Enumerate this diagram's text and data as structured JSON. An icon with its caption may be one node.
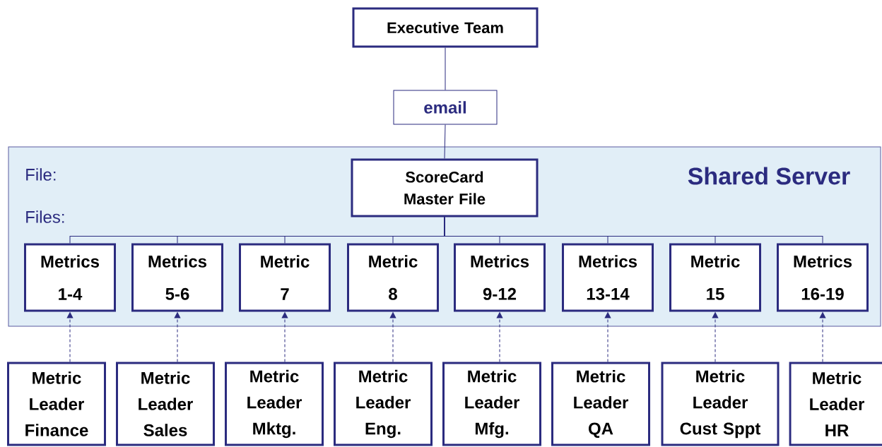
{
  "diagram": {
    "nodes": [
      {
        "text": [
          "Executive Team"
        ]
      },
      {
        "text": [
          "email"
        ]
      },
      {
        "text": [
          "Shared Server"
        ]
      },
      {
        "text": [
          "ScoreCard Master File"
        ],
        "in": 2
      },
      {
        "text": [
          "Metrics 1-4"
        ],
        "in": 2
      },
      {
        "text": [
          "Metrics 5-6"
        ],
        "in": 2
      },
      {
        "text": [
          "Metric 7"
        ],
        "in": 2
      },
      {
        "text": [
          "Metric 8"
        ],
        "in": 2
      },
      {
        "text": [
          "Metrics 9-12"
        ],
        "in": 2
      },
      {
        "text": [
          "Metrics 13-14"
        ],
        "in": 2
      },
      {
        "text": [
          "Metric 15"
        ],
        "in": 2
      },
      {
        "text": [
          "Metrics 16-19"
        ],
        "in": 2
      },
      {
        "text": [
          "Metric Leader Finance"
        ]
      },
      {
        "text": [
          "Metric Leader Sales"
        ]
      },
      {
        "text": [
          "Metric Leader Mktg."
        ]
      },
      {
        "text": [
          "Metric Leader Eng."
        ]
      },
      {
        "text": [
          "Metric Leader Mfg."
        ]
      },
      {
        "text": [
          "Metric Leader QA"
        ]
      },
      {
        "text": [
          "Metric Leader Cust Sppt"
        ]
      },
      {
        "text": [
          "Metric Leader HR"
        ]
      }
    ],
    "edges": [
      {
        "from": 0,
        "to": 1,
        "arrow": "none"
      },
      {
        "from": 1,
        "to": 3,
        "arrow": "none"
      },
      {
        "from": 3,
        "to": 4,
        "arrow": "none"
      },
      {
        "from": 3,
        "to": 5,
        "arrow": "none"
      },
      {
        "from": 3,
        "to": 6,
        "arrow": "none"
      },
      {
        "from": 3,
        "to": 7,
        "arrow": "none"
      },
      {
        "from": 3,
        "to": 8,
        "arrow": "none"
      },
      {
        "from": 3,
        "to": 9,
        "arrow": "none"
      },
      {
        "from": 3,
        "to": 10,
        "arrow": "none"
      },
      {
        "from": 3,
        "to": 11,
        "arrow": "none"
      },
      {
        "from": 12,
        "to": 4,
        "arrow": "to",
        "style": "dashed"
      },
      {
        "from": 13,
        "to": 5,
        "arrow": "to",
        "style": "dashed"
      },
      {
        "from": 14,
        "to": 6,
        "arrow": "to",
        "style": "dashed"
      },
      {
        "from": 15,
        "to": 7,
        "arrow": "to",
        "style": "dashed"
      },
      {
        "from": 16,
        "to": 8,
        "arrow": "to",
        "style": "dashed"
      },
      {
        "from": 17,
        "to": 9,
        "arrow": "to",
        "style": "dashed"
      },
      {
        "from": 18,
        "to": 10,
        "arrow": "to",
        "style": "dashed"
      },
      {
        "from": 19,
        "to": 11,
        "arrow": "to",
        "style": "dashed"
      }
    ],
    "labels": [
      "File:",
      "Files:"
    ]
  }
}
